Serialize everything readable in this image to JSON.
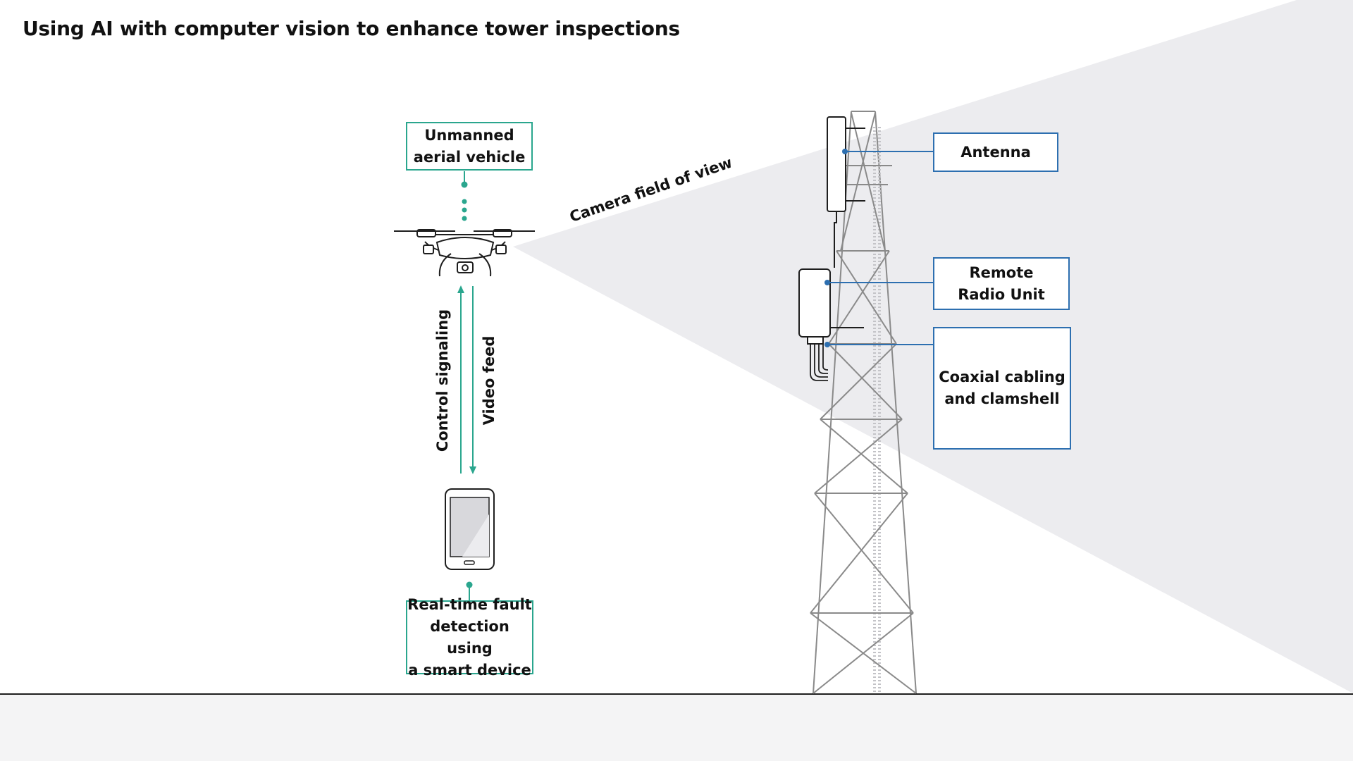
{
  "title": "Using AI with computer vision to enhance tower inspections",
  "labels": {
    "uav": [
      "Unmanned",
      "aerial vehicle"
    ],
    "fault_detection": [
      "Real-time fault",
      "detection using",
      "a smart device"
    ],
    "antenna": [
      "Antenna"
    ],
    "rru": [
      "Remote",
      "Radio Unit"
    ],
    "coax": [
      "Coaxial cabling",
      "and clamshell"
    ],
    "control_signaling": "Control signaling",
    "video_feed": "Video feed",
    "camera_fov": "Camera field of view"
  },
  "colors": {
    "uav_accent": "#2aa68e",
    "tower_accent": "#2d6fb0",
    "fov_fill": "#ececef",
    "ground": "#f4f4f5"
  },
  "icons": [
    "drone-icon",
    "smartphone-icon",
    "tower-icon"
  ]
}
